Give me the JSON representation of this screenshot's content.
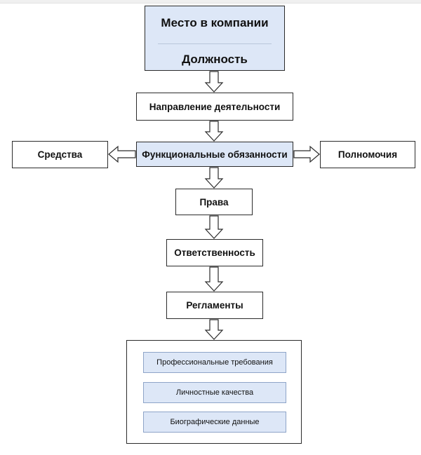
{
  "diagram": {
    "header": {
      "line1": "Место в компании",
      "line2": "Должность"
    },
    "direction": "Направление деятельности",
    "duties": "Функциональные обязанности",
    "means": "Средства",
    "powers": "Полномочия",
    "rights": "Права",
    "responsibility": "Ответственность",
    "regulations": "Регламенты",
    "requirements": [
      "Профессиональные требования",
      "Личностные качества",
      "Биографические данные"
    ]
  },
  "colors": {
    "highlight_fill": "#dde7f7",
    "border": "#2b2b2b",
    "arrow_fill": "#ffffff"
  }
}
